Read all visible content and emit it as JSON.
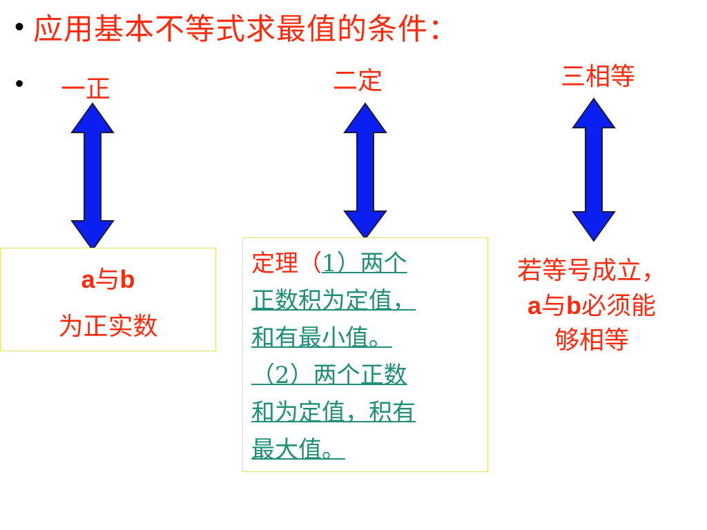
{
  "slide": {
    "title": "应用基本不等式求最值的条件：",
    "bullet": "•",
    "labels": {
      "first": "一正",
      "second": "二定",
      "third": "三相等"
    },
    "box1": {
      "a": "a",
      "with": "与",
      "b": "b",
      "line2": "为正实数"
    },
    "box2": {
      "prefix": "定理（",
      "link_lines": [
        "1）两个",
        "正数积为定值，",
        "和有最小值。",
        "（2）两个正数",
        "和为定值，积有",
        "最大值。"
      ]
    },
    "condition3": {
      "line1": "若等号成立，",
      "a": "a",
      "with": "与",
      "b": "b",
      "line2_rest": "必须能",
      "line3": "够相等"
    },
    "colors": {
      "title": "#ff2a0e",
      "link": "#1f8f7a",
      "arrow_fill": "#0a1ff0",
      "box_border": "#e8e45a"
    }
  }
}
